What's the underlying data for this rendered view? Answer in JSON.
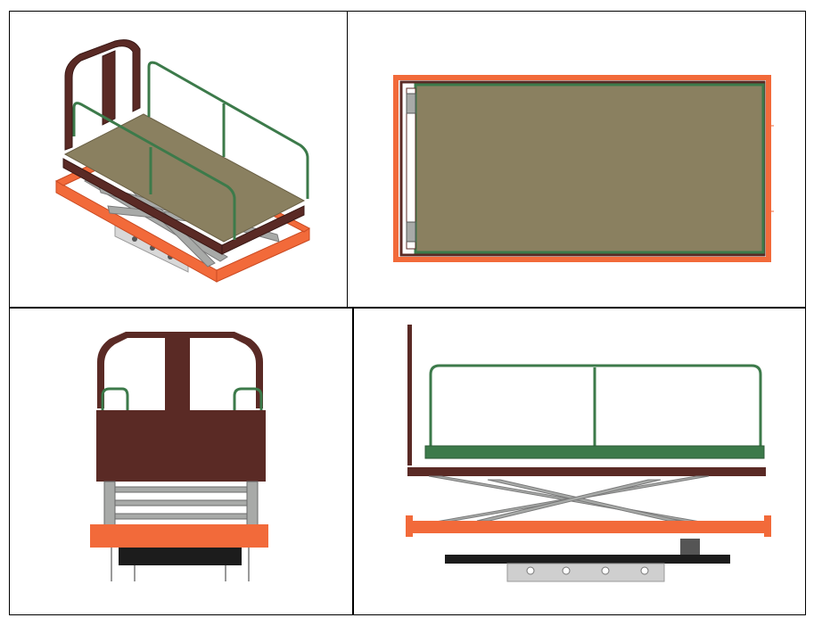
{
  "figure": {
    "views": [
      {
        "id": "isometric",
        "label": ""
      },
      {
        "id": "top",
        "label": ""
      },
      {
        "id": "front",
        "label": ""
      },
      {
        "id": "side",
        "label": ""
      }
    ]
  },
  "colors": {
    "base_frame": "#f26a3a",
    "platform_frame": "#5a2a25",
    "deck": "#8a8060",
    "guardrail": "#3c7a4a",
    "scissor_arms": "#a8aaa8",
    "undercarriage": "#1c1c1c",
    "panel_border": "#000000"
  }
}
